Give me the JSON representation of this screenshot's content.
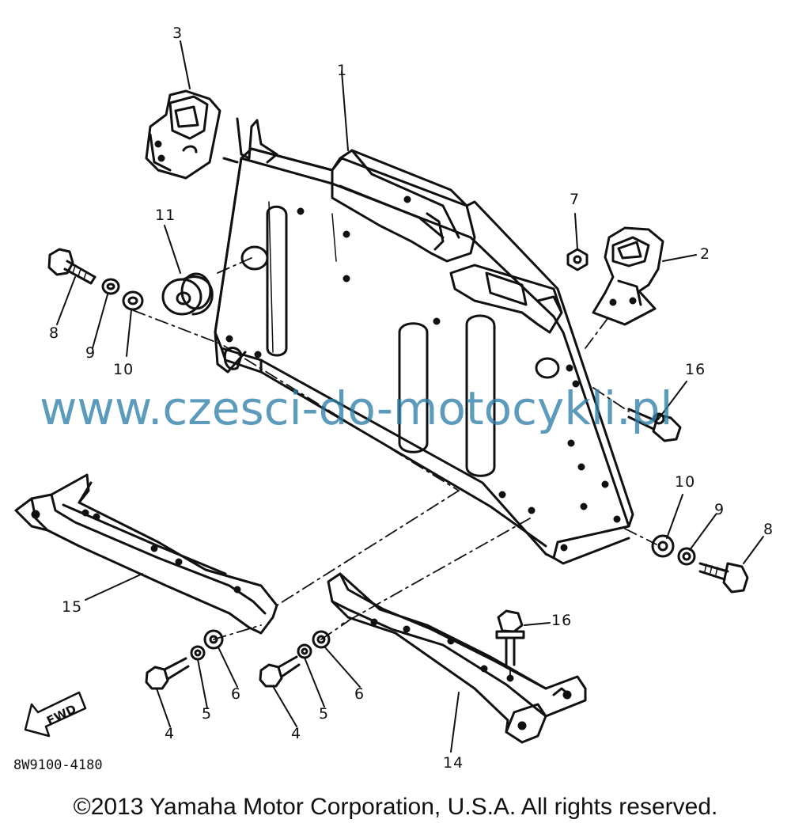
{
  "diagram": {
    "drawing_number": "8W9100-4180",
    "watermark": "www.czesci-do-motocykli.pl",
    "copyright": "©2013 Yamaha Motor Corporation, U.S.A. All rights reserved.",
    "direction_arrow_label": "FWD",
    "colors": {
      "line": "#111111",
      "watermark": "#2f7fa8",
      "background": "#ffffff"
    },
    "callouts": [
      {
        "id": "1",
        "text": "1"
      },
      {
        "id": "2",
        "text": "2"
      },
      {
        "id": "3",
        "text": "3"
      },
      {
        "id": "4a",
        "text": "4"
      },
      {
        "id": "4b",
        "text": "4"
      },
      {
        "id": "5a",
        "text": "5"
      },
      {
        "id": "5b",
        "text": "5"
      },
      {
        "id": "6a",
        "text": "6"
      },
      {
        "id": "6b",
        "text": "6"
      },
      {
        "id": "7",
        "text": "7"
      },
      {
        "id": "8a",
        "text": "8"
      },
      {
        "id": "8b",
        "text": "8"
      },
      {
        "id": "9a",
        "text": "9"
      },
      {
        "id": "9b",
        "text": "9"
      },
      {
        "id": "10a",
        "text": "10"
      },
      {
        "id": "10b",
        "text": "10"
      },
      {
        "id": "11",
        "text": "11"
      },
      {
        "id": "14",
        "text": "14"
      },
      {
        "id": "15",
        "text": "15"
      },
      {
        "id": "16a",
        "text": "16"
      },
      {
        "id": "16b",
        "text": "16"
      }
    ]
  }
}
